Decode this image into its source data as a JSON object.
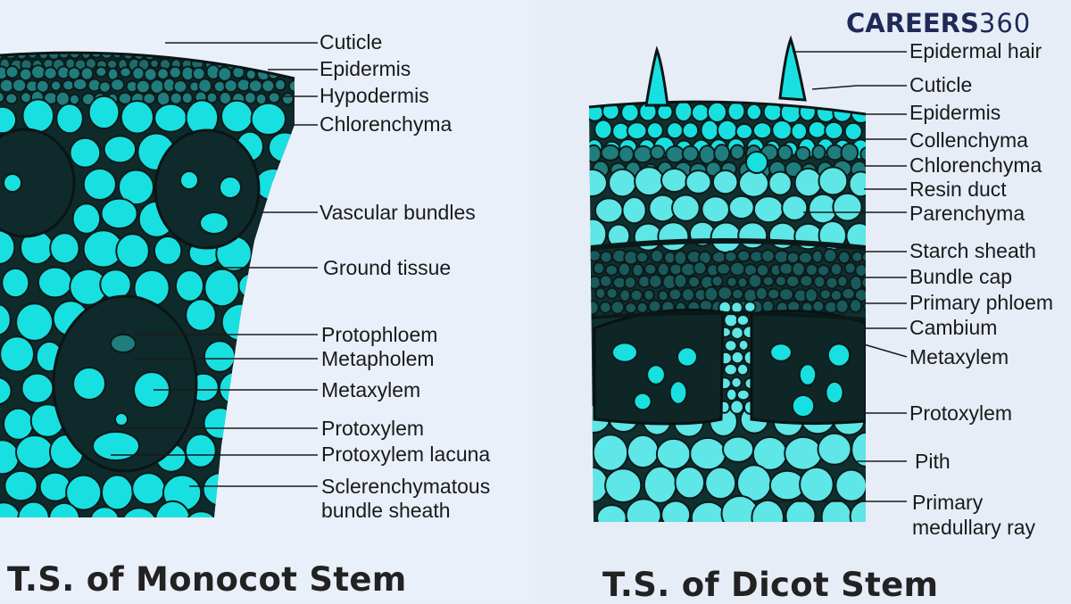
{
  "brand": {
    "logo_bold": "CAREERS",
    "logo_light": "360",
    "color": "#1f2a58"
  },
  "colors": {
    "cell_fill": "#19e0e0",
    "cell_fill_light": "#5fe6e6",
    "cell_outline": "#0c1a1a",
    "tissue_dark": "#0f2a2a"
  },
  "monocot": {
    "caption": "T.S. of Monocot Stem",
    "labels": {
      "cuticle": "Cuticle",
      "epidermis": "Epidermis",
      "hypodermis": "Hypodermis",
      "chlorenchyma": "Chlorenchyma",
      "vascular_bundles": "Vascular bundles",
      "ground_tissue": "Ground tissue",
      "protophloem": "Protophloem",
      "metaphloem": "Metapholem",
      "metaxylem": "Metaxylem",
      "protoxylem": "Protoxylem",
      "protoxylem_lacuna": "Protoxylem lacuna",
      "sclerenchymatous_1": "Sclerenchymatous",
      "sclerenchymatous_2": "bundle sheath"
    }
  },
  "dicot": {
    "caption": "T.S. of Dicot Stem",
    "labels": {
      "epidermal_hair": "Epidermal hair",
      "cuticle": "Cuticle",
      "epidermis": "Epidermis",
      "collenchyma": "Collenchyma",
      "chlorenchyma": "Chlorenchyma",
      "resin_duct": "Resin duct",
      "parenchyma": "Parenchyma",
      "starch_sheath": "Starch sheath",
      "bundle_cap": "Bundle cap",
      "primary_phloem": "Primary phloem",
      "cambium": "Cambium",
      "metaxylem": "Metaxylem",
      "protoxylem": "Protoxylem",
      "pith": "Pith",
      "medullary_1": "Primary",
      "medullary_2": "medullary ray"
    }
  }
}
